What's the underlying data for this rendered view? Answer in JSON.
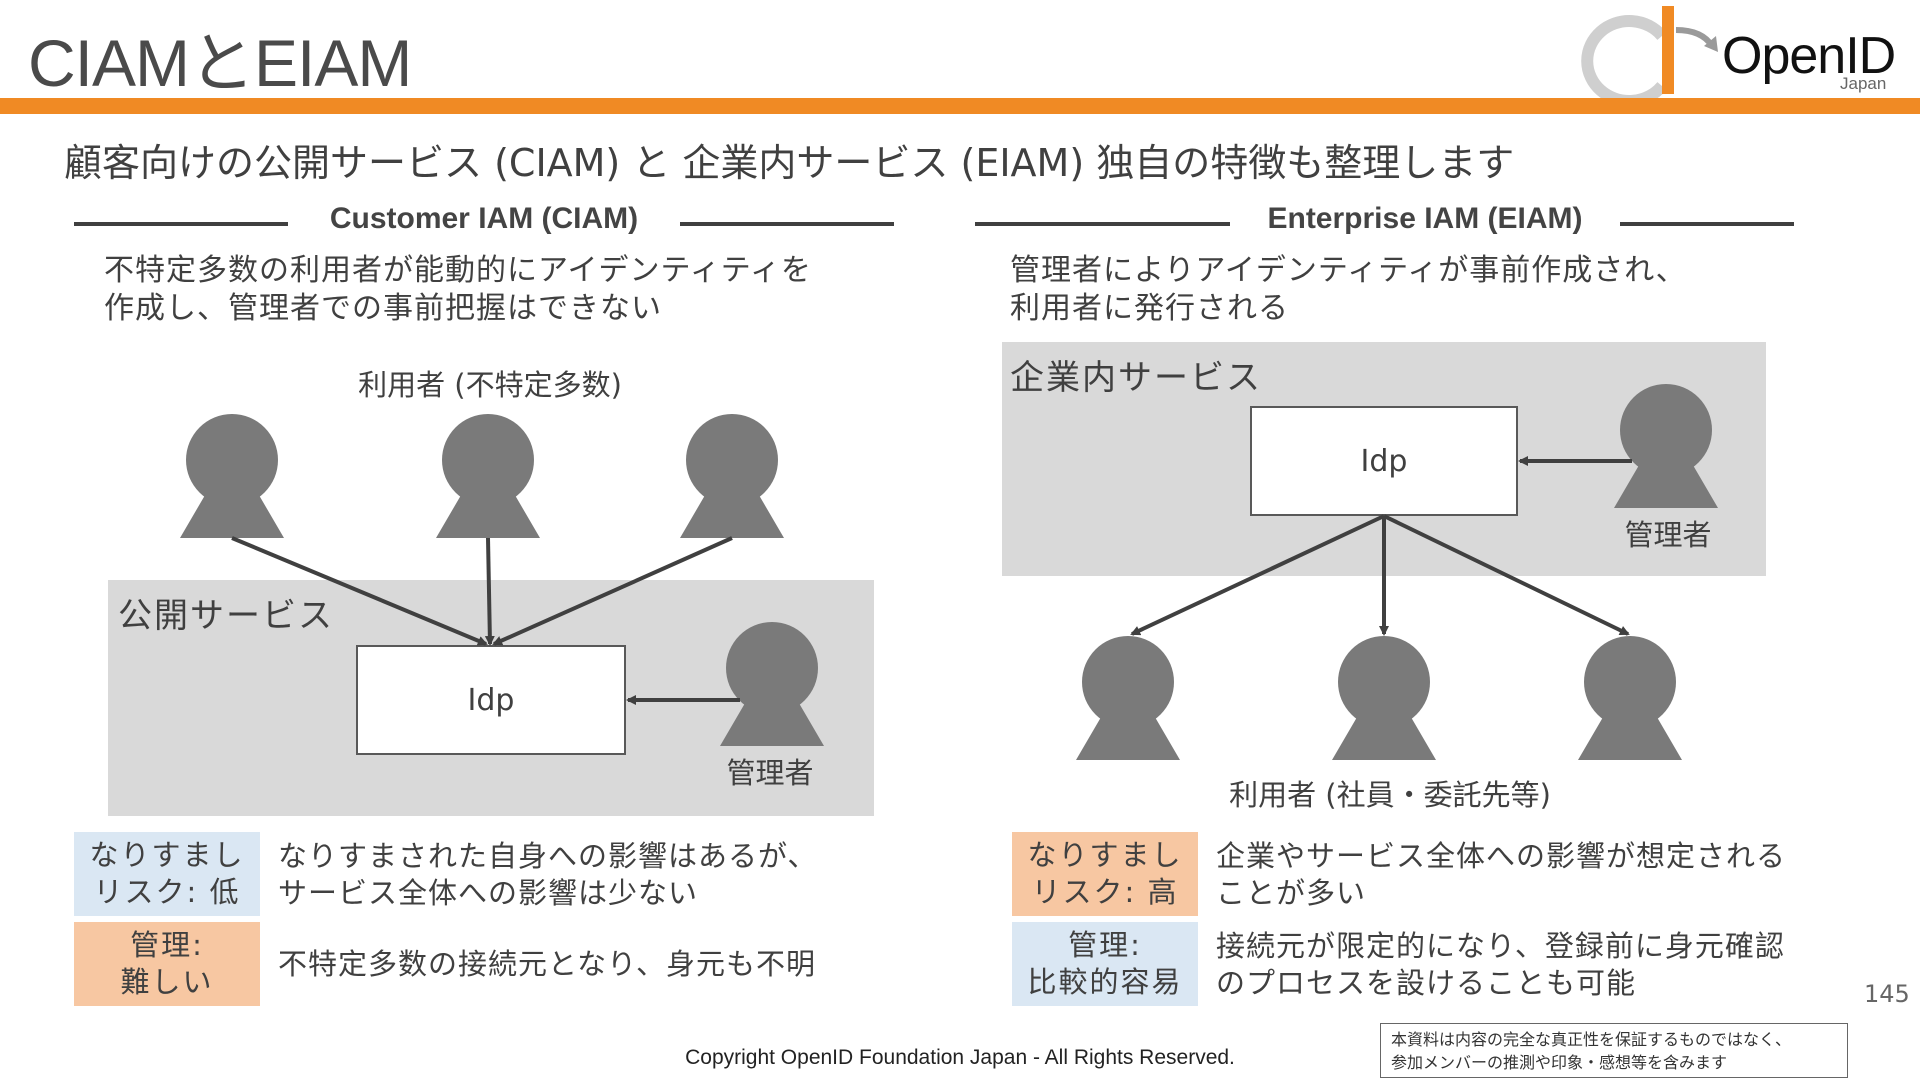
{
  "title": "CIAMとEIAM",
  "subtitle": "顧客向けの公開サービス (CIAM) と 企業内サービス (EIAM) 独自の特徴も整理します",
  "logo": {
    "name": "OpenID",
    "sub": "Japan"
  },
  "ciam": {
    "heading": "Customer IAM (CIAM)",
    "description": [
      "不特定多数の利用者が能動的にアイデンティティを",
      "作成し、管理者での事前把握はできない"
    ],
    "users_label": "利用者 (不特定多数)",
    "service_label": "公開サービス",
    "idp_label": "Idp",
    "admin_label": "管理者",
    "risk": {
      "label": [
        "なりすまし",
        "リスク: 低"
      ],
      "text": [
        "なりすまされた自身への影響はあるが、",
        "サービス全体への影響は少ない"
      ]
    },
    "mgmt": {
      "label": [
        "管理:",
        "難しい"
      ],
      "text": [
        "不特定多数の接続元となり、身元も不明"
      ]
    }
  },
  "eiam": {
    "heading": "Enterprise IAM (EIAM)",
    "description": [
      "管理者によりアイデンティティが事前作成され、",
      "利用者に発行される"
    ],
    "service_label": "企業内サービス",
    "idp_label": "Idp",
    "admin_label": "管理者",
    "users_label": "利用者 (社員・委託先等)",
    "risk": {
      "label": [
        "なりすまし",
        "リスク: 高"
      ],
      "text": [
        "企業やサービス全体への影響が想定される",
        "ことが多い"
      ]
    },
    "mgmt": {
      "label": [
        "管理:",
        "比較的容易"
      ],
      "text": [
        "接続元が限定的になり、登録前に身元確認",
        "のプロセスを設けることも可能"
      ]
    }
  },
  "page_number": "145",
  "copyright": "Copyright OpenID Foundation Japan - All Rights Reserved.",
  "disclaimer": [
    "本資料は内容の完全な真正性を保証するものではなく、",
    "参加メンバーの推測や印象・感想等を含みます"
  ],
  "colors": {
    "accent_orange": "#f08a24",
    "service_gray": "#d9d9d9",
    "person_gray": "#7a7a7a",
    "low_blue": "#dae7f3",
    "high_orange": "#f7c7a2"
  },
  "icons": [
    "person-icon",
    "arrow-icon",
    "openid-logo-icon"
  ]
}
